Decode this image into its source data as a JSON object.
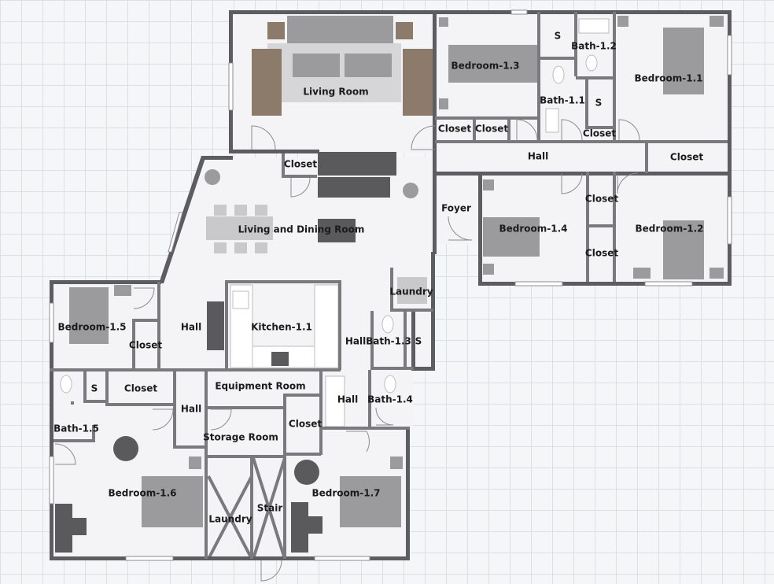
{
  "rooms": {
    "living_room": "Living Room",
    "bedroom_1_3": "Bedroom-1.3",
    "bedroom_1_1": "Bedroom-1.1",
    "bath_1_2": "Bath-1.2",
    "bath_1_1": "Bath-1.1",
    "s_bath_1_1": "S",
    "s_bath_1_2": "S",
    "closet_a": "Closet",
    "closet_b": "Closet",
    "closet_c": "Closet",
    "closet_hall_r": "Closet",
    "closet_living": "Closet",
    "hall_main": "Hall",
    "foyer": "Foyer",
    "bedroom_1_4": "Bedroom-1.4",
    "bedroom_1_2": "Bedroom-1.2",
    "closet_d": "Closet",
    "closet_e": "Closet",
    "living_dining": "Living and Dining Room",
    "laundry_top": "Laundry",
    "bedroom_1_5": "Bedroom-1.5",
    "hall_b15": "Hall",
    "closet_b15": "Closet",
    "kitchen": "Kitchen-1.1",
    "hall_kitchen": "Hall",
    "bath_1_3": "Bath-1.3",
    "s_bath_1_3": "S",
    "s_bath_1_5": "S",
    "closet_f": "Closet",
    "equipment_room": "Equipment Room",
    "hall_c": "Hall",
    "bath_1_4": "Bath-1.4",
    "bath_1_5": "Bath-1.5",
    "hall_d": "Hall",
    "storage_room": "Storage Room",
    "closet_g": "Closet",
    "bedroom_1_6": "Bedroom-1.6",
    "bedroom_1_7": "Bedroom-1.7",
    "laundry_bottom": "Laundry",
    "stair": "Stair"
  },
  "colors": {
    "wall": "#5d5d61",
    "floor": "#f4f4f6",
    "grid": "#dcdfe4",
    "label": "#1b1b1b"
  }
}
